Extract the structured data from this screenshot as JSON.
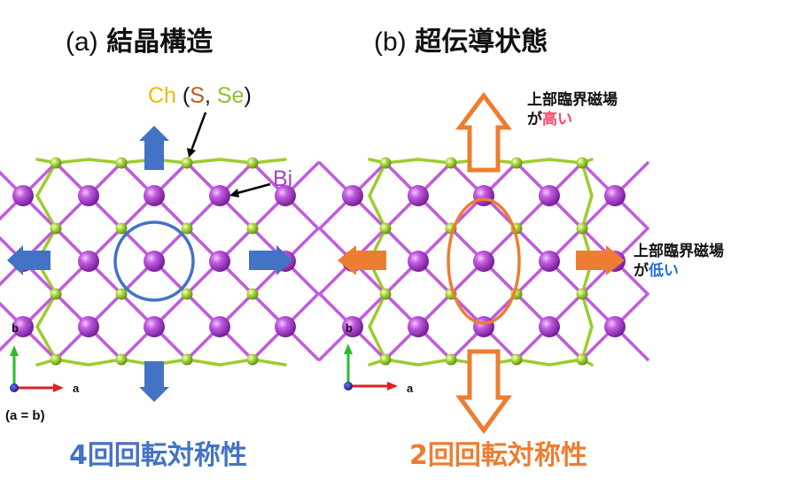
{
  "panel_a": {
    "title_label": "(a)",
    "title_text": "結晶構造",
    "chalcogen_label": {
      "ch": "Ch",
      "open": " (",
      "s": "S",
      "comma": ", ",
      "se": "Se",
      "close": ")"
    },
    "bi_label": "Bi",
    "axis_a": "a",
    "axis_b": "b",
    "equal_note": "(a = b)",
    "symmetry": "4回回転対称性"
  },
  "panel_b": {
    "title_label": "(b)",
    "title_text": "超伝導状態",
    "vertical_note": {
      "line1": "上部臨界磁場",
      "line2_prefix": "が",
      "line2_highlight": "高い"
    },
    "horizontal_note": {
      "line1": "上部臨界磁場",
      "line2_prefix": "が",
      "line2_highlight": "低い"
    },
    "axis_a": "a",
    "axis_b": "b",
    "symmetry": "2回回転対称性"
  },
  "colors": {
    "ch_label": "#f2b800",
    "s_label": "#c8561a",
    "se_label": "#8bc232",
    "bi_label": "#a243c9",
    "blue_symmetry": "#4472c4",
    "orange_symmetry": "#ed7d31",
    "high_text": "#ff4466",
    "low_text": "#1f6fe0"
  }
}
